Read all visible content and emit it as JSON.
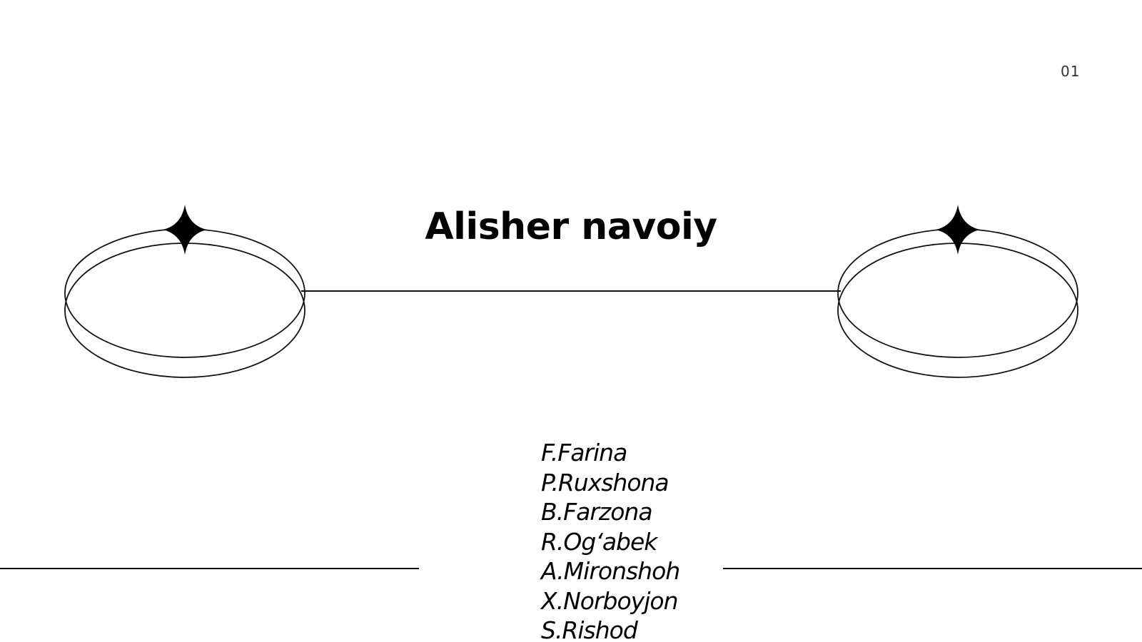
{
  "slide": {
    "page_number": "01",
    "title": "Alisher navoiy",
    "authors": [
      "F.Farina",
      "P.Ruxshona",
      "B.Farzona",
      "R.Og‘abek",
      "A.Mironshoh",
      "X.Norboyjon",
      "S.Rishod"
    ]
  },
  "colors": {
    "background": "#ffffff",
    "ink": "#111111"
  },
  "icons": {
    "left_ornament": "four-point-star-ring",
    "right_ornament": "four-point-star-ring"
  }
}
